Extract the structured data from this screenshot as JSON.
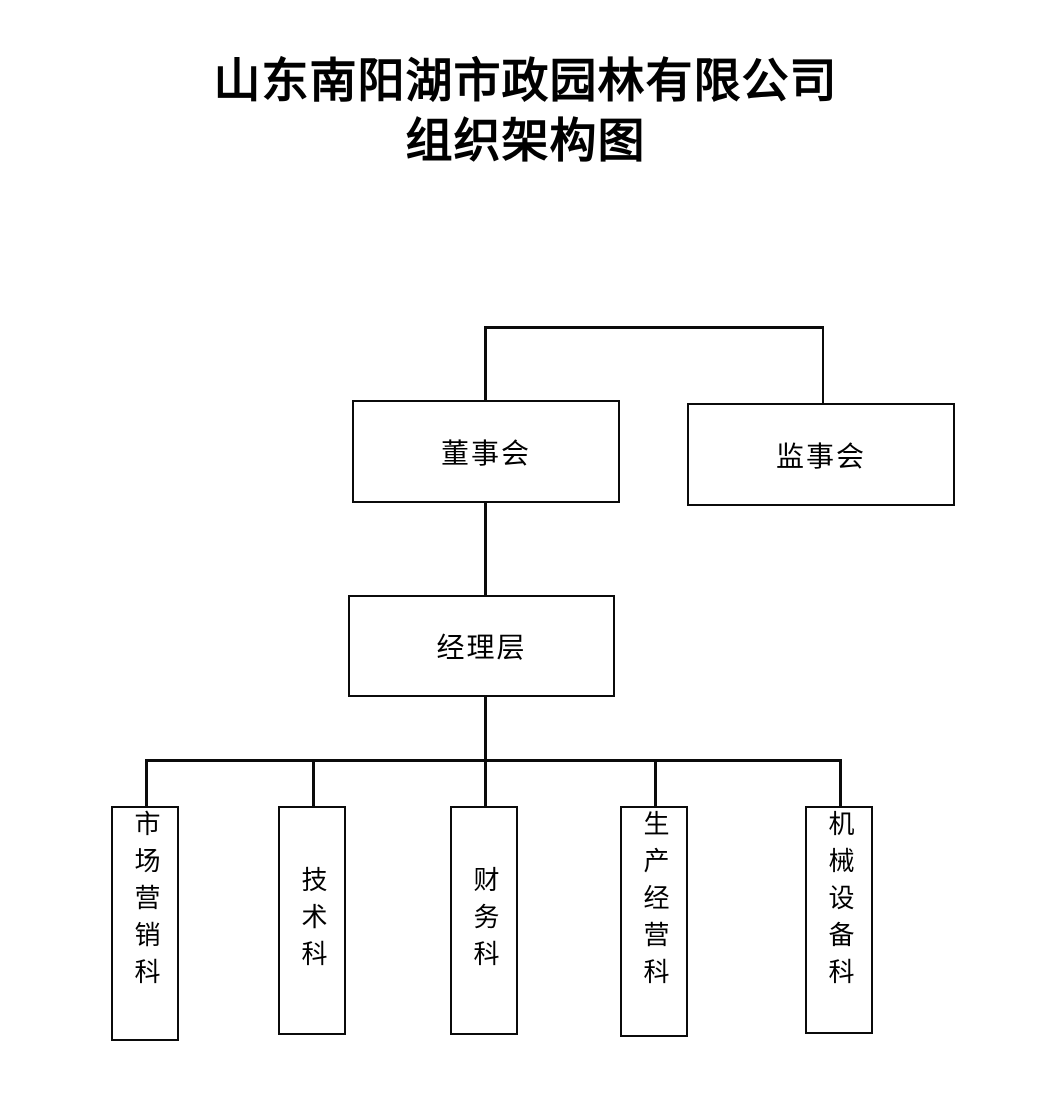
{
  "document": {
    "title_lines": [
      "山东南阳湖市政园林有限公司",
      "组织架构图"
    ],
    "company_name": "山东南阳湖市政园林有限公司",
    "chart_name": "组织架构图",
    "background_color": "#ffffff",
    "line_color": "#0b0b0b",
    "text_color": "#000000"
  },
  "org_chart": {
    "type": "organization-chart",
    "orientation": "top-down",
    "levels": [
      {
        "level": 1,
        "nodes": [
          {
            "id": "board-of-directors",
            "label": "董事会",
            "orientation": "horizontal"
          },
          {
            "id": "board-of-supervisors",
            "label": "监事会",
            "orientation": "horizontal"
          }
        ]
      },
      {
        "level": 2,
        "nodes": [
          {
            "id": "management",
            "label": "经理层",
            "orientation": "horizontal"
          }
        ]
      },
      {
        "level": 3,
        "nodes": [
          {
            "id": "marketing-dept",
            "label": "市场营销科",
            "orientation": "vertical"
          },
          {
            "id": "technology-dept",
            "label": "技术科",
            "orientation": "vertical"
          },
          {
            "id": "finance-dept",
            "label": "财务科",
            "orientation": "vertical"
          },
          {
            "id": "production-operations-dept",
            "label": "生产经营科",
            "orientation": "vertical"
          },
          {
            "id": "machinery-equipment-dept",
            "label": "机械设备科",
            "orientation": "vertical"
          }
        ]
      }
    ],
    "relations": [
      {
        "from": "board-of-directors",
        "to": "board-of-supervisors",
        "kind": "peer-bracket"
      },
      {
        "from": "board-of-directors",
        "to": "management",
        "kind": "reports-to"
      },
      {
        "from": "management",
        "to": "marketing-dept",
        "kind": "reports-to"
      },
      {
        "from": "management",
        "to": "technology-dept",
        "kind": "reports-to"
      },
      {
        "from": "management",
        "to": "finance-dept",
        "kind": "reports-to"
      },
      {
        "from": "management",
        "to": "production-operations-dept",
        "kind": "reports-to"
      },
      {
        "from": "management",
        "to": "machinery-equipment-dept",
        "kind": "reports-to"
      }
    ]
  }
}
